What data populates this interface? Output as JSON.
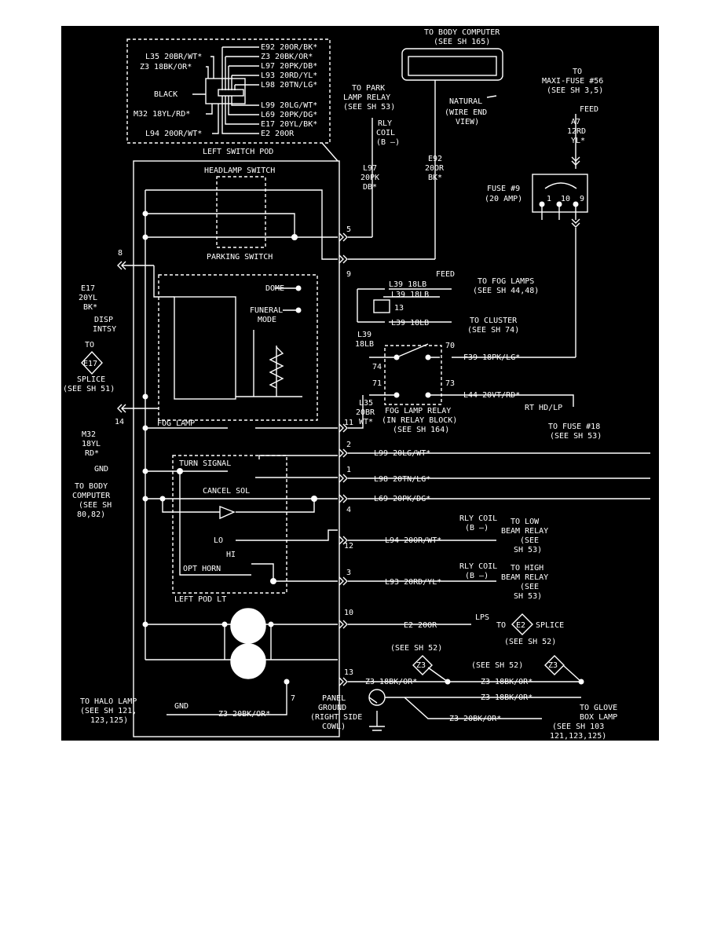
{
  "colors": {
    "background": "#000000",
    "ink": "#ffffff",
    "page": "#ffffff"
  },
  "icons": {
    "connector_symbol": "connector-chevron-icon",
    "splice_symbol": "splice-diamond-icon",
    "ground_symbol": "ground-icon",
    "lamp_symbol": "lamp-bulb-icon"
  },
  "connector_pinout": {
    "right_pins": [
      "E92 20OR/BK*",
      "Z3 20BK/OR*",
      "L97 20PK/DB*",
      "L93 20RD/YL*",
      "L98 20TN/LG*"
    ],
    "right_pins_lower": [
      "L99 20LG/WT*",
      "L69 20PK/DG*",
      "E17 20YL/BK*",
      "E2 20OR"
    ],
    "left_pins": [
      "L35 20BR/WT*",
      "Z3 18BK/OR*",
      "BLACK",
      "M32 18YL/RD*",
      "L94 20OR/WT*"
    ],
    "title": "LEFT SWITCH POD"
  },
  "body_computer": {
    "line1": "TO BODY COMPUTER",
    "line2": "(SEE SH 165)",
    "natural": "NATURAL",
    "wire_end_1": "(WIRE END",
    "wire_end_2": "VIEW)",
    "wire": [
      "E92",
      "20OR",
      "BK*"
    ]
  },
  "park_lamp": {
    "lines": [
      "TO PARK",
      "LAMP RELAY",
      "(SEE SH 53)"
    ],
    "rly": [
      "RLY",
      "COIL",
      "(B —)"
    ],
    "wire": [
      "L97",
      "20PK",
      "DB*"
    ]
  },
  "maxi_fuse": {
    "lines": [
      "TO",
      "MAXI-FUSE #56",
      "(SEE SH 3,5)"
    ],
    "feed": "FEED",
    "wire": [
      "A7",
      "12RD",
      "YL*"
    ]
  },
  "fuse9": {
    "label1": "FUSE #9",
    "label2": "(20 AMP)",
    "pins": [
      "1",
      "10",
      "9"
    ]
  },
  "switch_pod": {
    "headlamp_switch": "HEADLAMP SWITCH",
    "parking_switch": "PARKING SWITCH",
    "dome": "DOME",
    "funeral_1": "FUNERAL",
    "funeral_2": "MODE",
    "fog_lamp": "FOG LAMP",
    "turn_signal": "TURN SIGNAL",
    "cancel_sol": "CANCEL SOL",
    "lo": "LO",
    "hi": "HI",
    "opt_horn": "OPT HORN",
    "left_pod_lt": "LEFT POD LT"
  },
  "pins": {
    "p5": "5",
    "p8": "8",
    "p9": "9",
    "p14": "14",
    "p11": "11",
    "p2": "2",
    "p1": "1",
    "p4": "4",
    "p12": "12",
    "p3": "3",
    "p10": "10",
    "p13": "13",
    "p7": "7"
  },
  "left_side": {
    "e17": [
      "E17",
      "20YL",
      "BK*"
    ],
    "disp": [
      "DISP",
      "INTSY"
    ],
    "to": "TO",
    "e17_splice_id": "E17",
    "splice": "SPLICE",
    "splice_ref": "(SEE SH 51)",
    "m32": [
      "M32",
      "18YL",
      "RD*"
    ],
    "gnd": "GND",
    "body_computer": [
      "TO BODY",
      "COMPUTER",
      "(SEE SH",
      "80,82)"
    ]
  },
  "fog": {
    "l39_1": "L39 18LB",
    "feed": "FEED",
    "l39_2": "L39 18LB",
    "to_fog": "TO FOG LAMPS",
    "fog_ref": "(SEE SH 44,48)",
    "l39_3": "L39 18LB",
    "to_cluster": "TO CLUSTER",
    "cluster_ref": "(SEE SH 74)",
    "box_pin": "13",
    "l39_side": [
      "L39",
      "18LB"
    ],
    "relay_pins": {
      "p70": "70",
      "p74": "74",
      "p71": "71",
      "p73": "73"
    },
    "f39": "F39 18PK/LG*",
    "l44": "L44 20VT/RD*",
    "l35": [
      "L35",
      "20BR",
      "WT*"
    ],
    "relay_name": [
      "FOG LAMP RELAY",
      "(IN RELAY BLOCK)",
      "(SEE SH 164)"
    ],
    "rt_hd": "RT HD/LP",
    "to_fuse18": "TO FUSE #18",
    "fuse18_ref": "(SEE SH 53)"
  },
  "outputs": {
    "l99": "L99 20LG/WT*",
    "l98": "L98 20TN/LG*",
    "l69": "L69 20PK/DG*",
    "l94": "L94 20OR/WT*",
    "low_rly": [
      "RLY COIL",
      "(B —)"
    ],
    "low_beam": [
      "TO LOW",
      "BEAM RELAY",
      "(SEE",
      "SH 53)"
    ],
    "l93": "L93 20RD/YL*",
    "high_rly": [
      "RLY COIL",
      "(B —)"
    ],
    "high_beam": [
      "TO HIGH",
      "BEAM RELAY",
      "(SEE",
      "SH 53)"
    ],
    "e2": "E2 20OR",
    "lps": "LPS",
    "to": "TO",
    "e2_id": "E2",
    "splice": "SPLICE",
    "e2_ref": "(SEE SH 52)"
  },
  "ground": {
    "see_sh52_a": "(SEE SH 52)",
    "see_sh52_b": "(SEE SH 52)",
    "z3_id": "Z3",
    "z3_a": "Z3 18BK/OR*",
    "z3_b": "Z3 18BK/OR*",
    "z3_c": "Z3 18BK/OR*",
    "z3_d": "Z3 20BK/OR*",
    "z3_e": "Z3 20BK/OR*",
    "panel": [
      "PANEL",
      "GROUND",
      "(RIGHT SIDE",
      "COWL)"
    ],
    "halo": [
      "TO HALO LAMP",
      "(SEE SH 121,",
      "123,125)"
    ],
    "gnd": "GND",
    "glove": [
      "TO GLOVE",
      "BOX LAMP",
      "(SEE SH 103",
      "121,123,125)"
    ]
  }
}
